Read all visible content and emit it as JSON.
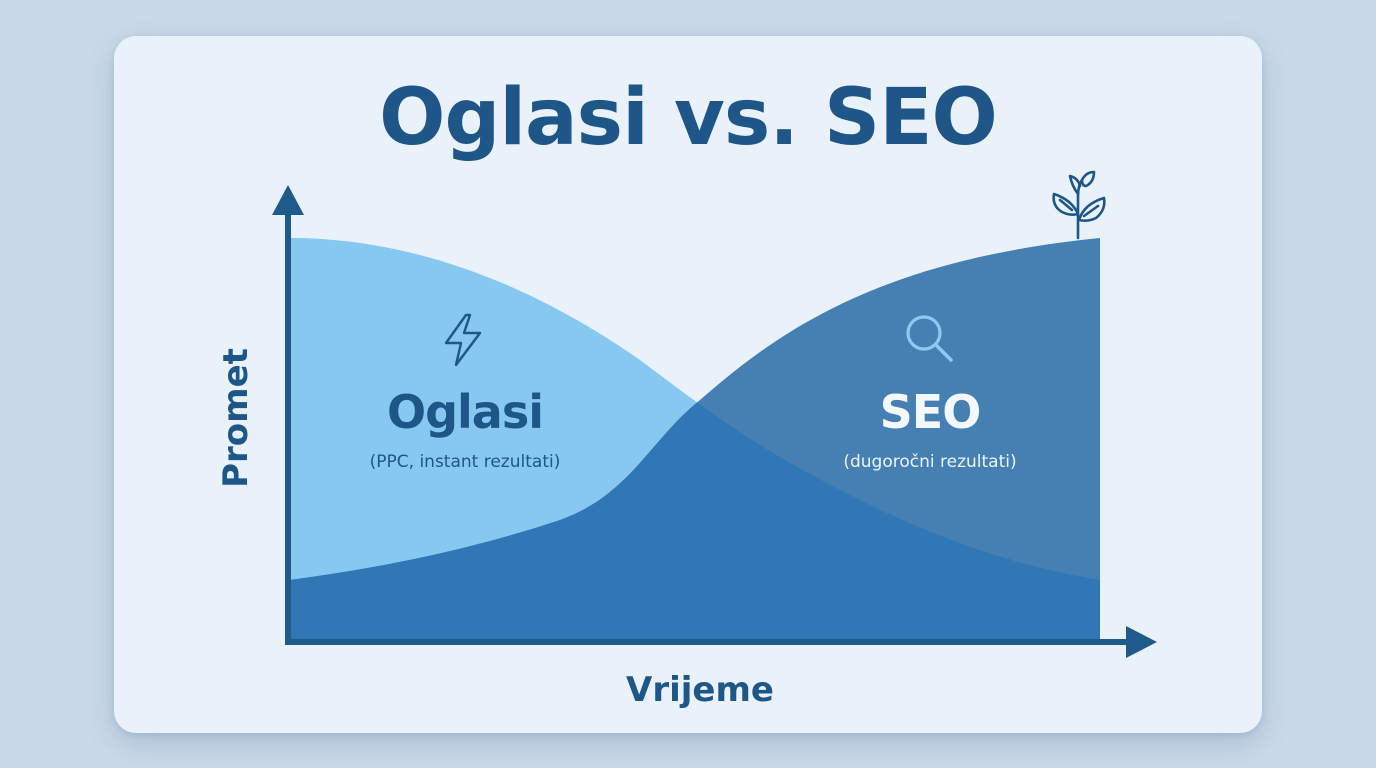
{
  "title": "Oglasi vs. SEO",
  "axes": {
    "y_label": "Promet",
    "x_label": "Vrijeme"
  },
  "series": {
    "ads": {
      "name": "Oglasi",
      "subtitle": "(PPC, instant rezultati)",
      "icon": "lightning-bolt-icon",
      "color": "#86c8f0"
    },
    "seo": {
      "name": "SEO",
      "subtitle": "(dugoročni rezultati)",
      "icon": "magnifier-search-icon",
      "color": "#4680b3"
    },
    "overlap_color": "#2f78b5",
    "growth_icon": "plant-sprout-icon"
  },
  "colors": {
    "background": "#c9d9e8",
    "card": "#e9f2fb",
    "text_primary": "#1d5687",
    "axis": "#1f5a8b"
  },
  "chart_data": {
    "type": "area",
    "title": "Oglasi vs. SEO",
    "xlabel": "Vrijeme",
    "ylabel": "Promet",
    "x": [
      0,
      10,
      20,
      30,
      40,
      50,
      60,
      70,
      80,
      90,
      100
    ],
    "series": [
      {
        "name": "Oglasi (PPC, instant rezultati)",
        "values": [
          90,
          89,
          86,
          80,
          70,
          57,
          43,
          31,
          22,
          16,
          13
        ]
      },
      {
        "name": "SEO (dugoročni rezultati)",
        "values": [
          13,
          15,
          19,
          26,
          38,
          55,
          70,
          79,
          85,
          88,
          90
        ]
      }
    ],
    "ylim": [
      0,
      100
    ],
    "xlim": [
      0,
      100
    ],
    "grid": false,
    "legend": "inline labels",
    "annotations": [
      "lightning icon over Oglasi",
      "magnifier icon over SEO",
      "plant sprout icon at end of SEO curve"
    ],
    "tick_labels": "none (qualitative chart)"
  }
}
